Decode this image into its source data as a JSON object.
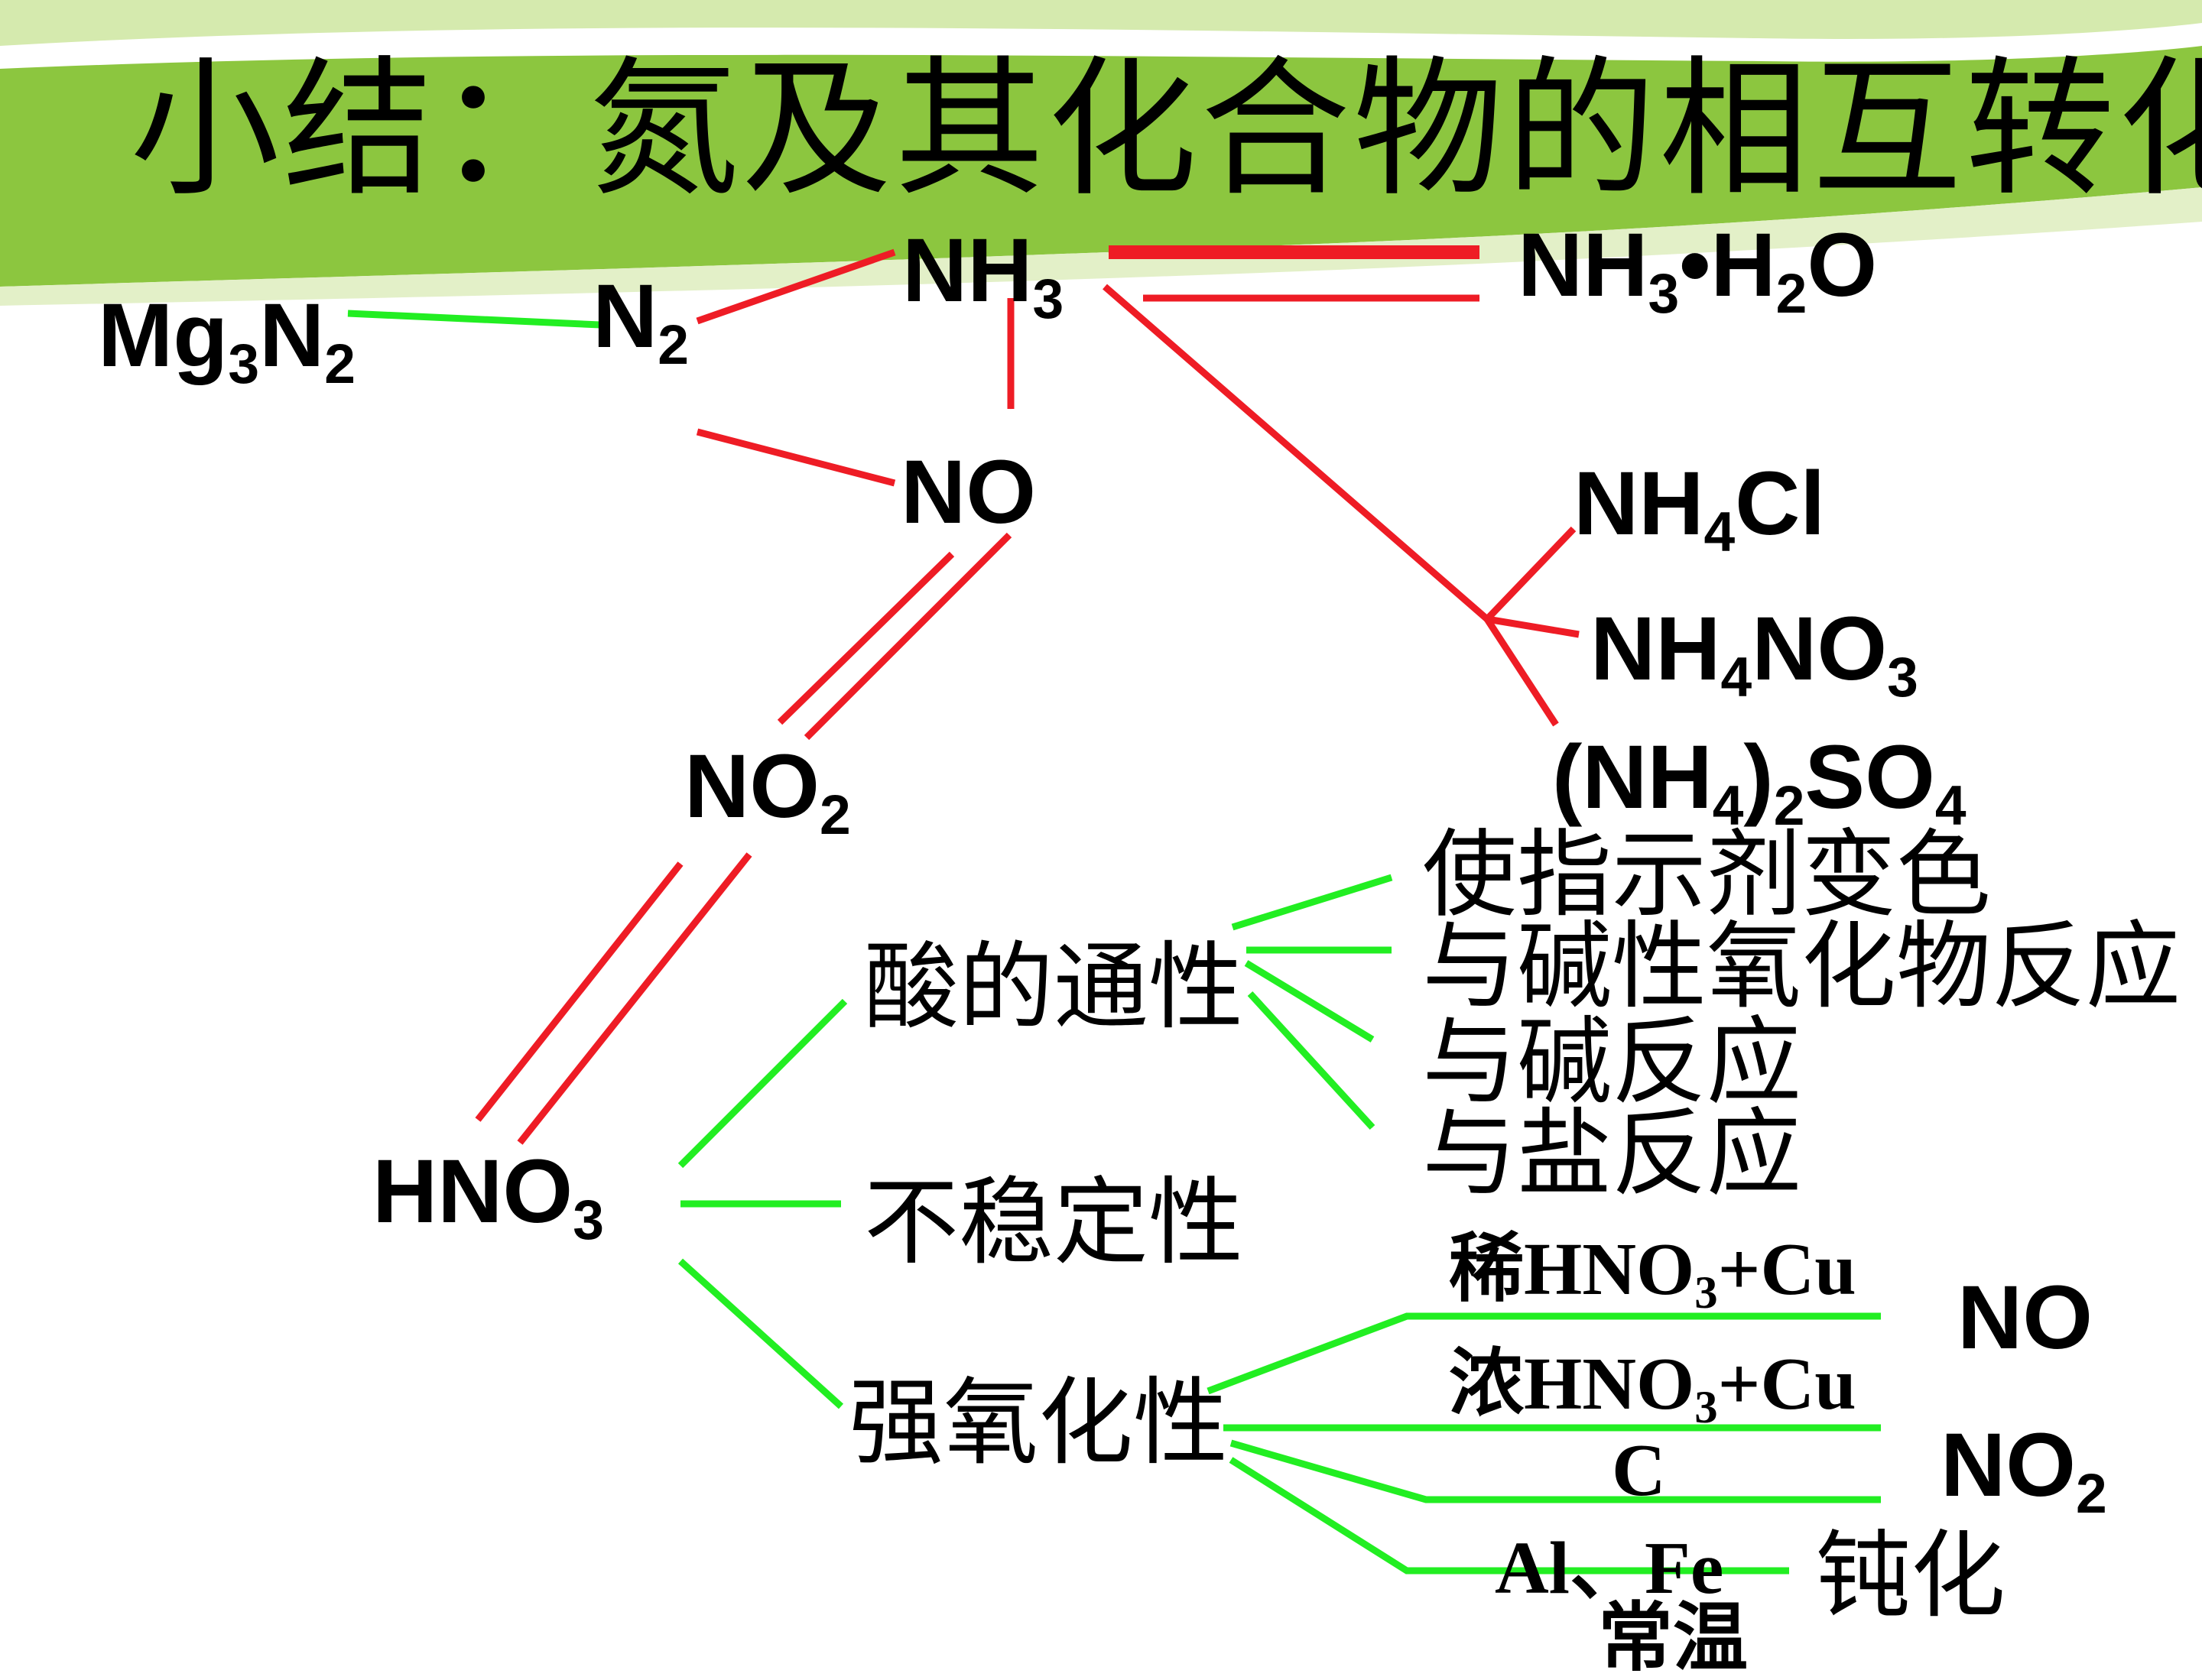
{
  "title": "小结：氮及其化合物的相互转化",
  "colors": {
    "banner": "#8cc63f",
    "banner_light": "#d5eaae",
    "red_arrow": "#ee1c25",
    "green_arrow": "#22ee22"
  },
  "nodes": {
    "mg3n2": {
      "a": "Mg",
      "s1": "3",
      "b": "N",
      "s2": "2"
    },
    "n2": {
      "a": "N",
      "s1": "2"
    },
    "nh3": {
      "a": "NH",
      "s1": "3"
    },
    "nh3h2o": {
      "a": "NH",
      "s1": "3",
      "b": "•H",
      "s2": "2",
      "c": "O"
    },
    "no": "NO",
    "no2": {
      "a": "NO",
      "s1": "2"
    },
    "nh4cl": {
      "a": "NH",
      "s1": "4",
      "b": "Cl"
    },
    "nh4no3": {
      "a": "NH",
      "s1": "4",
      "b": "NO",
      "s2": "3"
    },
    "nh42so4": {
      "a": "(NH",
      "s1": "4",
      "b": ")",
      "s2": "2",
      "c": "SO",
      "s3": "4"
    },
    "hno3": {
      "a": "HNO",
      "s1": "3"
    }
  },
  "properties": {
    "acid": "酸的通性",
    "unstable": "不稳定性",
    "oxidizing": "强氧化性"
  },
  "acid_reactions": [
    "使指示剂变色",
    "与碱性氧化物反应",
    "与碱反应",
    "与盐反应"
  ],
  "oxidizing_reactions": {
    "dilute": {
      "a": "稀HNO",
      "s1": "3",
      "b": "+Cu"
    },
    "conc": {
      "a": "浓HNO",
      "s1": "3",
      "b": "+Cu"
    },
    "carbon": "C",
    "metals": "Al、Fe",
    "room_temp": "常温"
  },
  "products": {
    "no": "NO",
    "no2": {
      "a": "NO",
      "s1": "2"
    },
    "passivation": "钝化"
  }
}
